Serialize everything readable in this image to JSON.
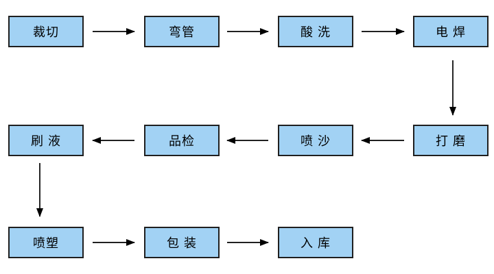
{
  "diagram": {
    "type": "flowchart",
    "colors": {
      "node_fill": "#A2D2F4",
      "node_border": "#1f1f1f",
      "arrow": "#000000",
      "background": "#ffffff"
    },
    "nodes": [
      {
        "id": "cutting",
        "label": "裁切"
      },
      {
        "id": "pipe-bending",
        "label": "弯管"
      },
      {
        "id": "acid-washing",
        "label": "酸 洗"
      },
      {
        "id": "welding",
        "label": "电 焊"
      },
      {
        "id": "liquid-brushing",
        "label": "刷 液"
      },
      {
        "id": "quality-inspection",
        "label": "品检"
      },
      {
        "id": "sandblasting",
        "label": "喷 沙"
      },
      {
        "id": "grinding",
        "label": "打 磨"
      },
      {
        "id": "powder-coating",
        "label": "喷塑"
      },
      {
        "id": "packaging",
        "label": "包 装"
      },
      {
        "id": "warehousing",
        "label": "入 库"
      }
    ],
    "edges": [
      {
        "from": "裁切",
        "to": "弯管"
      },
      {
        "from": "弯管",
        "to": "酸洗"
      },
      {
        "from": "酸洗",
        "to": "电焊"
      },
      {
        "from": "电焊",
        "to": "打磨"
      },
      {
        "from": "打磨",
        "to": "喷沙"
      },
      {
        "from": "喷沙",
        "to": "品检"
      },
      {
        "from": "品检",
        "to": "刷液"
      },
      {
        "from": "刷液",
        "to": "喷塑"
      },
      {
        "from": "喷塑",
        "to": "包装"
      },
      {
        "from": "包装",
        "to": "入库"
      }
    ]
  }
}
